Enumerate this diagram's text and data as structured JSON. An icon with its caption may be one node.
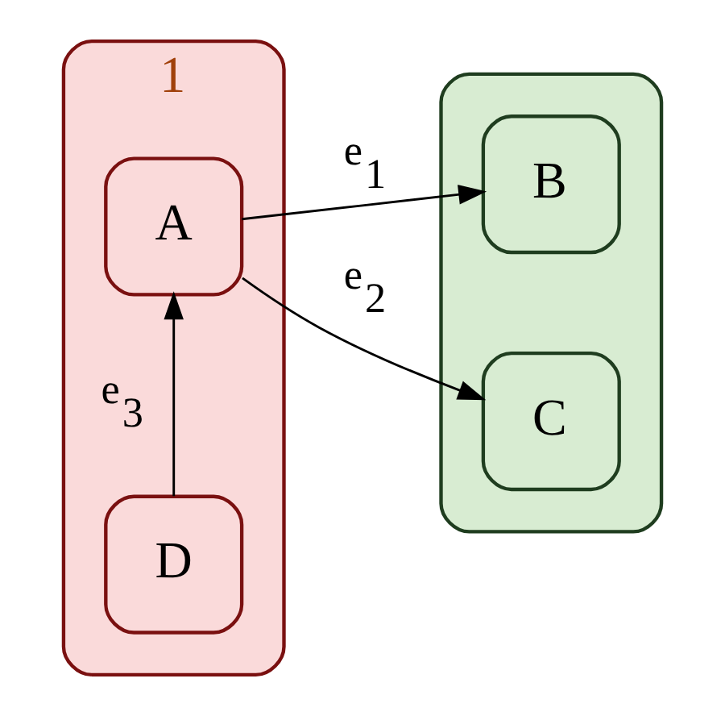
{
  "diagram": {
    "nodes": [
      {
        "text": [
          "1"
        ]
      },
      {
        "text": [
          "A"
        ],
        "in": 0
      },
      {
        "text": [
          "D"
        ],
        "in": 0
      },
      {
        "text": [],
        "shape": "box"
      },
      {
        "text": [
          "B"
        ],
        "in": 3
      },
      {
        "text": [
          "C"
        ],
        "in": 3
      }
    ],
    "edges": [
      {
        "from": 1,
        "to": 4,
        "arrow": "to",
        "label": "e$_{1}$"
      },
      {
        "from": 1,
        "to": 5,
        "arrow": "to",
        "label": "e$_{2}$"
      },
      {
        "from": 2,
        "to": 1,
        "arrow": "to",
        "label": "e$_{3}$"
      }
    ]
  }
}
